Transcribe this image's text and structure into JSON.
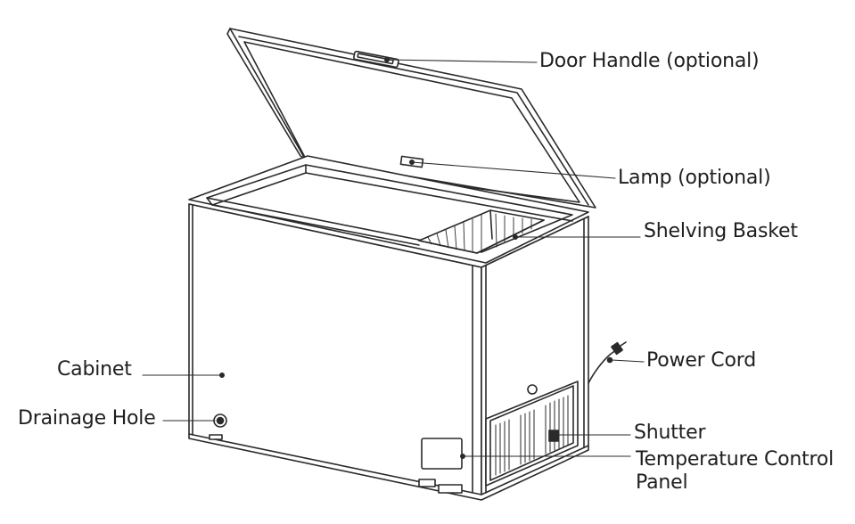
{
  "labels": {
    "door_handle": "Door Handle (optional)",
    "lamp": "Lamp (optional)",
    "shelving_basket": "Shelving Basket",
    "power_cord": "Power Cord",
    "cabinet": "Cabinet",
    "drainage_hole": "Drainage Hole",
    "shutter": "Shutter",
    "temperature_control_panel_line1": "Temperature Control",
    "temperature_control_panel_line2": "Panel"
  },
  "colors": {
    "line": "#2a2a2a",
    "text": "#1e1e1e",
    "background": "#ffffff"
  }
}
